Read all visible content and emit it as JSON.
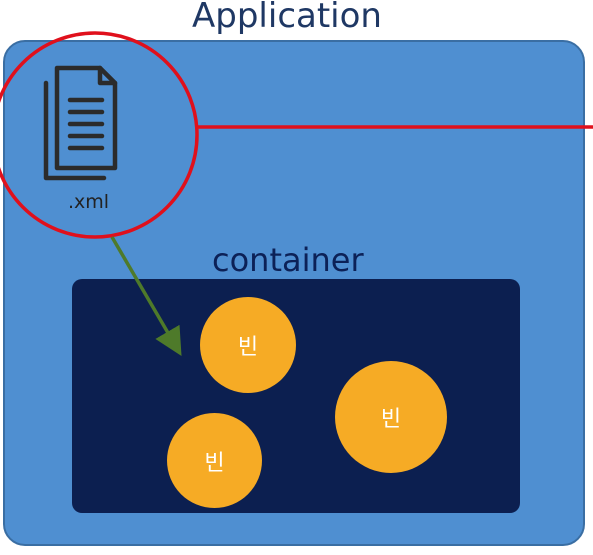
{
  "diagram": {
    "application_label": "Application",
    "container_label": "container",
    "file_label": ".xml",
    "beans": [
      {
        "label": "빈"
      },
      {
        "label": "빈"
      },
      {
        "label": "빈"
      }
    ],
    "file_icon": "document-icon",
    "colors": {
      "application_fill": "#4f8fd1",
      "container_fill": "#0c1f50",
      "bean_fill": "#f6ab25",
      "highlight_circle": "#e0101c",
      "arrow": "#4e7a2a",
      "title_text": "#1f3864"
    }
  }
}
